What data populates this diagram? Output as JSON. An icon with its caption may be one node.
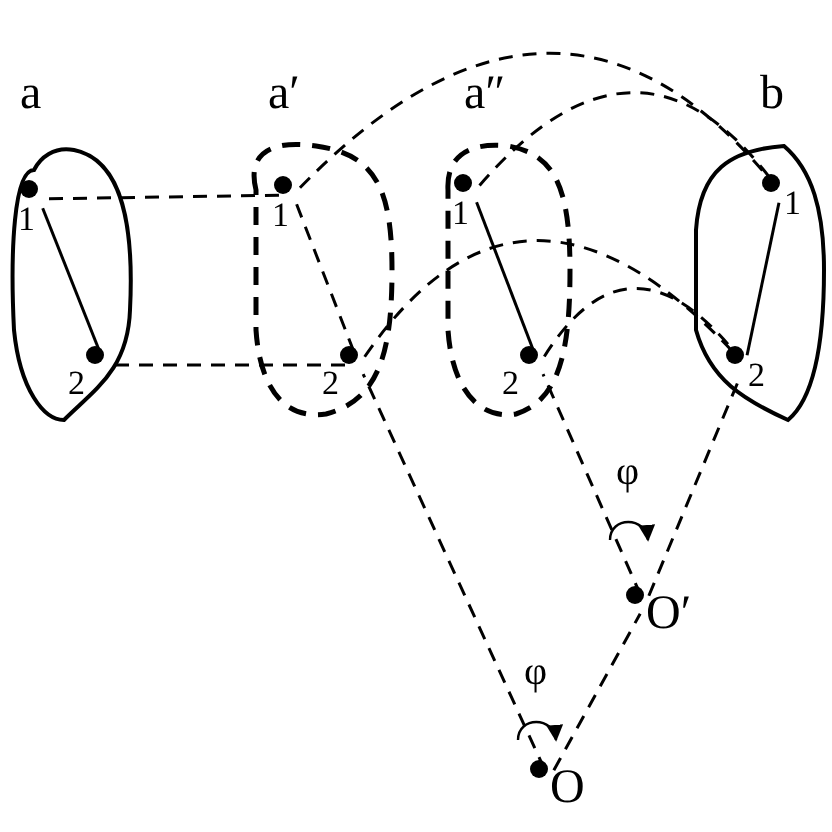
{
  "diagram": {
    "nodes": [
      {
        "text": [
          "a"
        ]
      },
      {
        "text": [
          "1"
        ],
        "in": 0
      },
      {
        "text": [
          "2"
        ],
        "in": 0
      },
      {
        "text": [
          "a′"
        ]
      },
      {
        "text": [
          "1"
        ],
        "in": 3
      },
      {
        "text": [
          "2"
        ],
        "in": 3
      },
      {
        "text": [
          "a″"
        ]
      },
      {
        "text": [
          "1"
        ],
        "in": 6
      },
      {
        "text": [
          "2"
        ],
        "in": 6
      },
      {
        "text": [
          "b"
        ]
      },
      {
        "text": [
          "1"
        ],
        "in": 9
      },
      {
        "text": [
          "2"
        ],
        "in": 9
      },
      {
        "text": [
          "O′"
        ]
      },
      {
        "text": [
          "O"
        ]
      }
    ],
    "edges": [
      {
        "from": 1,
        "to": 2,
        "arrow": "none"
      },
      {
        "from": 4,
        "to": 5,
        "arrow": "none",
        "style": "dashed"
      },
      {
        "from": 7,
        "to": 8,
        "arrow": "none"
      },
      {
        "from": 10,
        "to": 11,
        "arrow": "none"
      },
      {
        "from": 1,
        "to": 4,
        "arrow": "none",
        "style": "dashed"
      },
      {
        "from": 2,
        "to": 5,
        "arrow": "none",
        "style": "dashed"
      },
      {
        "from": 4,
        "to": 10,
        "arrow": "none",
        "style": "dashed"
      },
      {
        "from": 7,
        "to": 10,
        "arrow": "none",
        "style": "dashed"
      },
      {
        "from": 5,
        "to": 11,
        "arrow": "none",
        "style": "dashed"
      },
      {
        "from": 8,
        "to": 11,
        "arrow": "none",
        "style": "dashed"
      },
      {
        "from": 13,
        "to": 5,
        "arrow": "none",
        "style": "dashed"
      },
      {
        "from": 13,
        "to": 12,
        "arrow": "none",
        "style": "dashed"
      },
      {
        "from": 12,
        "to": 8,
        "arrow": "none",
        "style": "dashed"
      },
      {
        "from": 12,
        "to": 11,
        "arrow": "none",
        "style": "dashed"
      }
    ],
    "labels": [
      "φ",
      "φ"
    ]
  }
}
